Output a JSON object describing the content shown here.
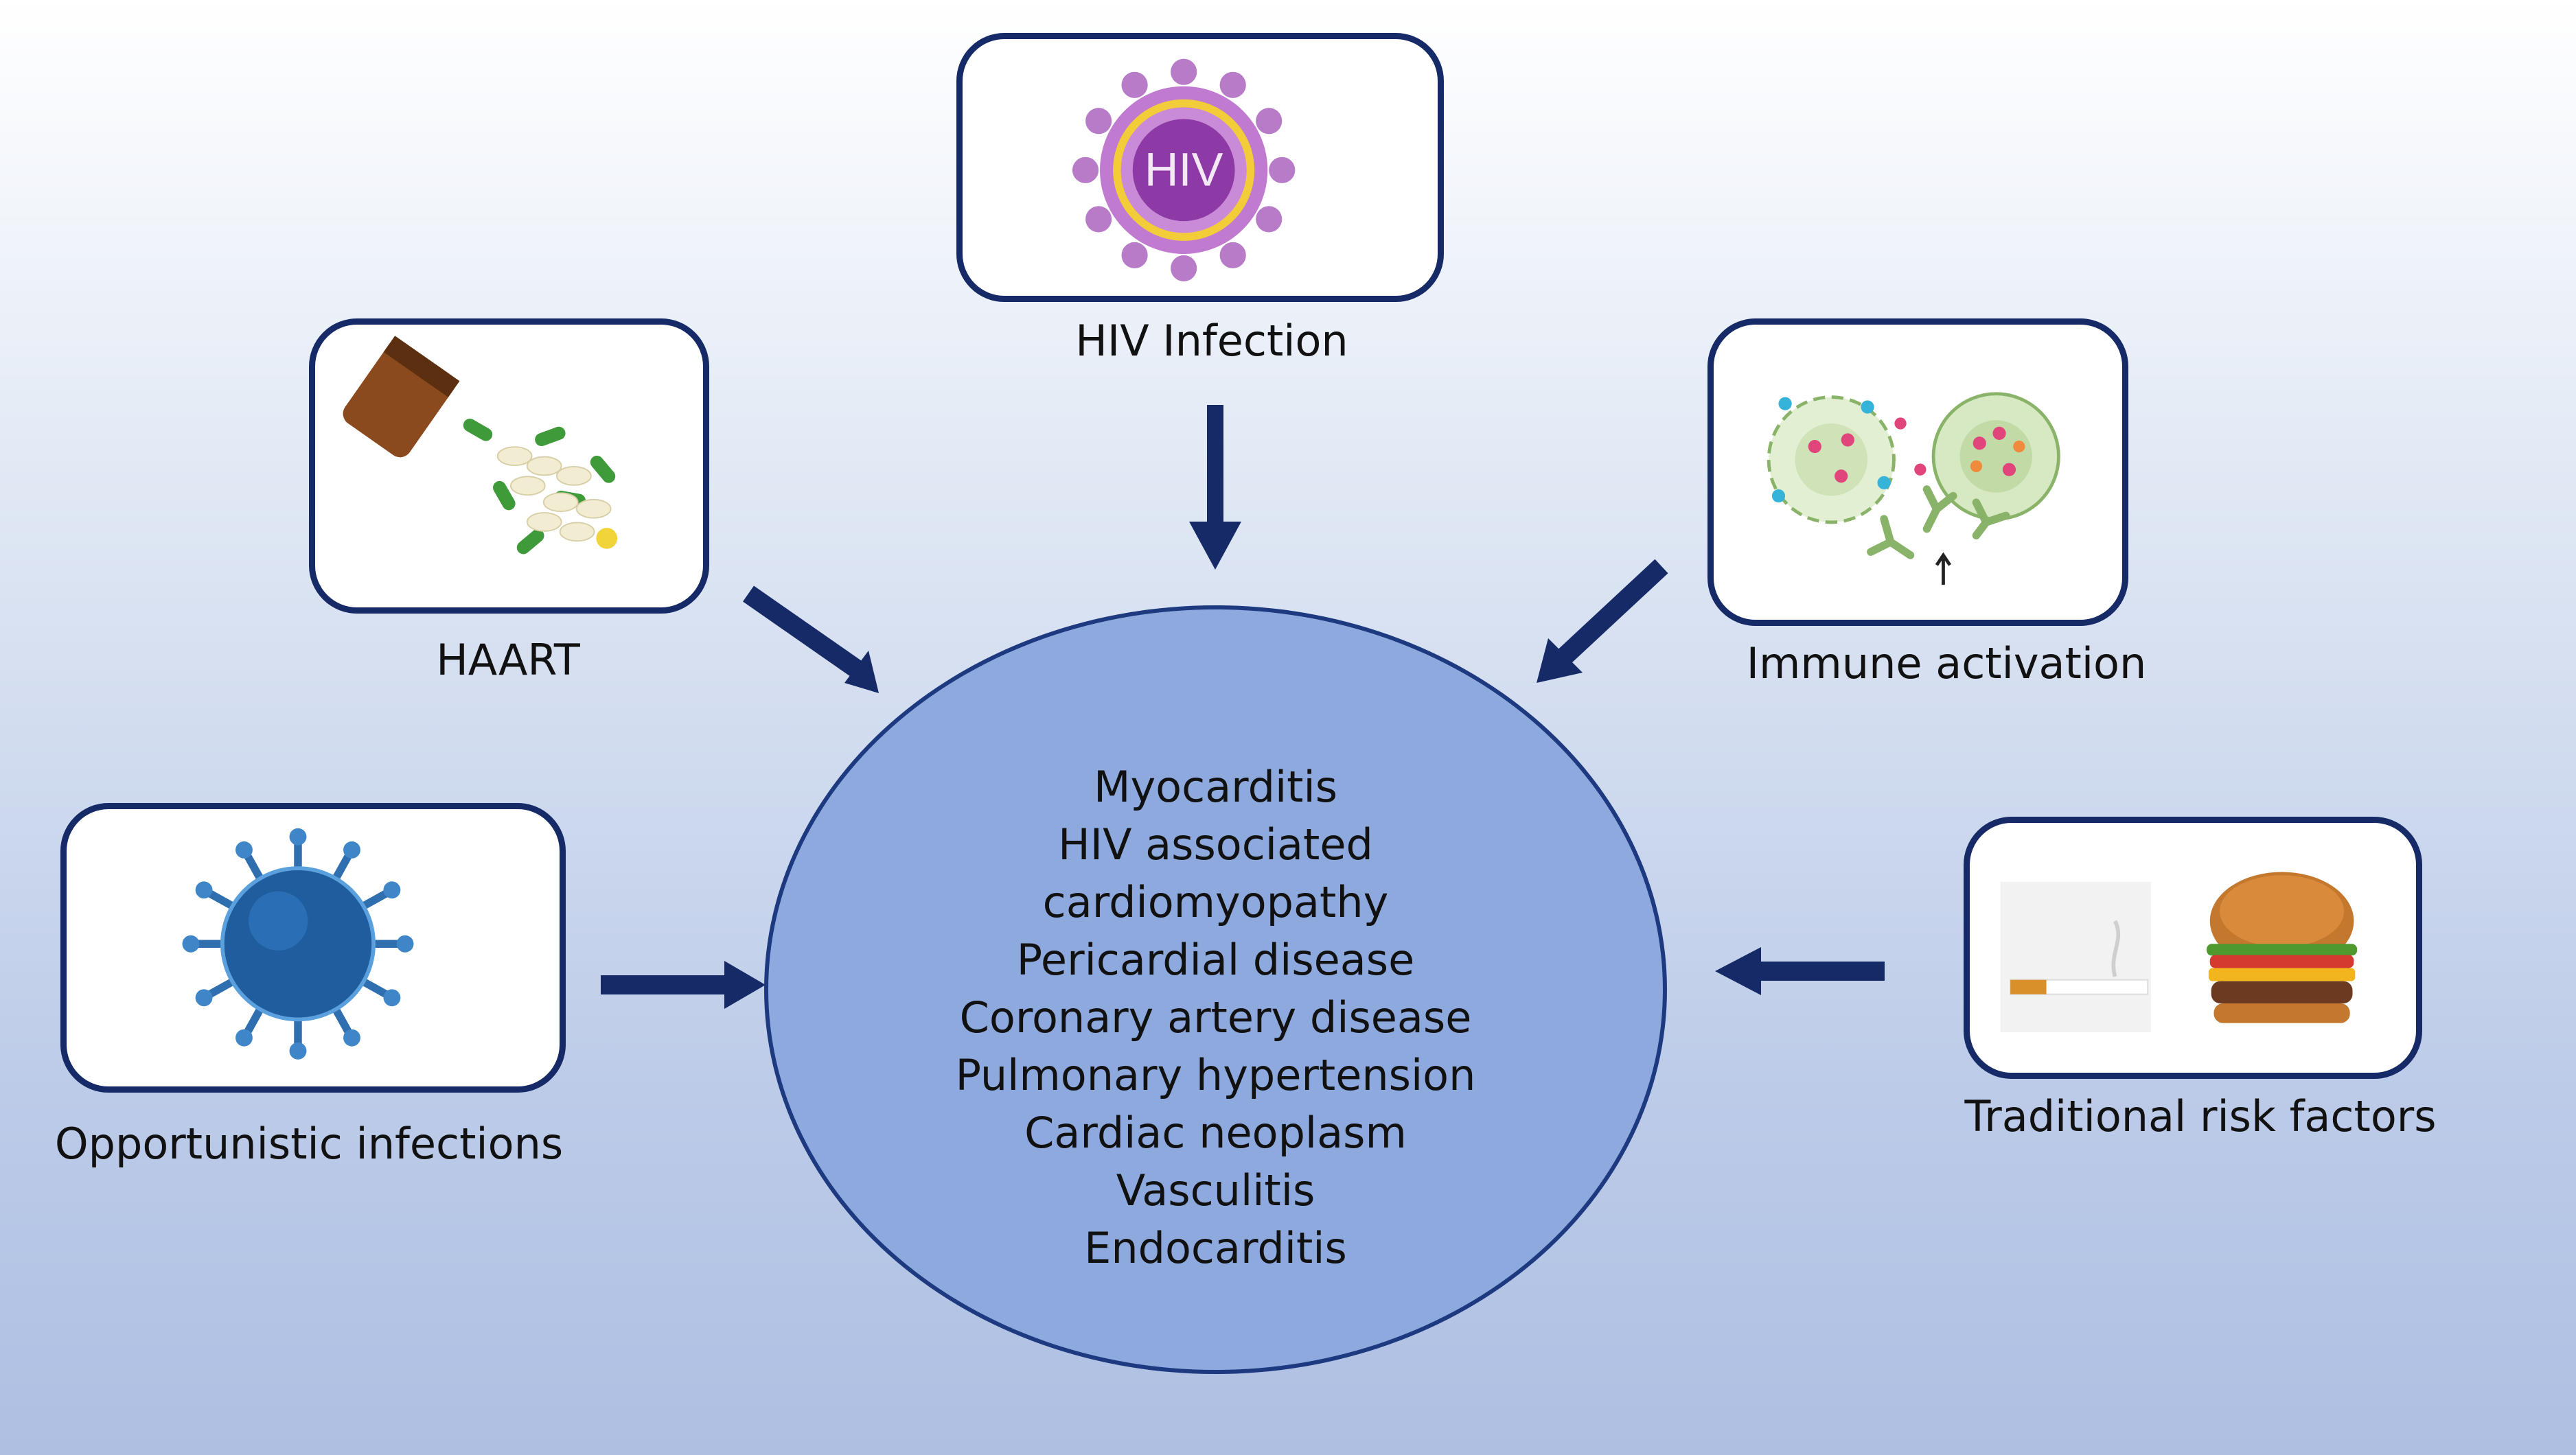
{
  "nodes": {
    "hiv_infection": {
      "label": "HIV Infection",
      "image_text": "HIV",
      "icon": "hiv-virus-icon"
    },
    "haart": {
      "label": "HAART",
      "icon": "pill-bottle-icon"
    },
    "immune_activation": {
      "label": "Immune activation",
      "icon": "immune-cells-icon"
    },
    "opportunistic_infections": {
      "label": "Opportunistic infections",
      "icon": "virus-icon"
    },
    "traditional_risk_factors": {
      "label": "Traditional risk factors",
      "icon": "cigarette-burger-icon"
    }
  },
  "center": {
    "conditions": [
      "Myocarditis",
      "HIV associated",
      "cardiomyopathy",
      "Pericardial disease",
      "Coronary artery disease",
      "Pulmonary hypertension",
      "Cardiac neoplasm",
      "Vasculitis",
      "Endocarditis"
    ]
  },
  "colors": {
    "arrow": "#152a66",
    "ellipse_fill": "#8ea9dd",
    "card_border": "#152a66"
  }
}
